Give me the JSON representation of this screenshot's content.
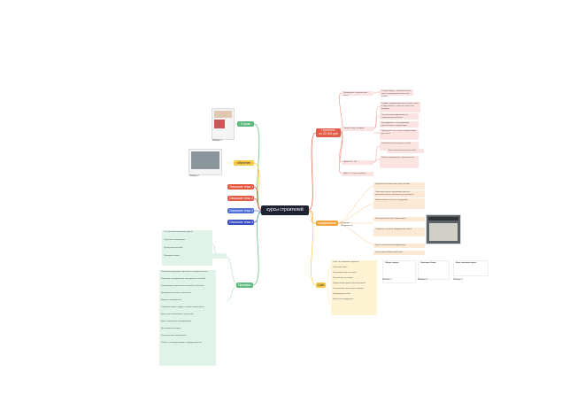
{
  "root": "курсы строителей",
  "colors": {
    "root": "#1f2230",
    "red": "#e25b47",
    "orange": "#f0a23b",
    "yellow": "#f6c945",
    "green": "#5cba7d",
    "blue": "#4d6fd6",
    "darkblue": "#3b4fc4",
    "tomato": "#e4573d"
  },
  "branches": {
    "teal_top": "Строки",
    "yellow_top": "обучение",
    "mid1": "Описание тема 1",
    "mid2": "Описание тема 2",
    "mid3": "Описание тема 3",
    "mid4": "Описание тема 4",
    "green_bottom": "Примеры",
    "red_right": "Перечень\nпо 20 000 руб",
    "orange_right": "продвижение",
    "yellow_right": "Сайт"
  },
  "red_children": {
    "group1": "Проведение строительных работ",
    "group2": "Техника пред. поводом",
    "group3": "Прием ПО, ПО",
    "group4": "Курсы 1 Станд. решения"
  },
  "red_cards": [
    "Cтавит задачу с наполнением на тексте какие должны быть для фирмы",
    "Создаёт информацию для полного сайта в ходе работы, статьи на сайте и на форумах",
    "Составление информация по строительным работам",
    "Руководитель в части дизайна, дорабатывает и редактирует",
    "Предлагает тексты для текущих задач для сайта",
    "Описание работ, процесса работ",
    "Рассылка писем по базе email",
    "Пишет сценарии для строительства"
  ],
  "orange_child": "Создание — Продвижение",
  "orange_cards": [
    "Предлагаем конкретные курсы и темы",
    "Описание курсов, программы курсов и дополнительные материалы для изучения",
    "Приглашение в чат для обсуждения",
    "Рассылка писем для подписчиков",
    "Создание статей по продвижению сайта",
    "Курсы повышения квалификации",
    "Список дальнейших действий"
  ],
  "yellow_cards": [
    "Сайт по ключевым запросам",
    "Описание сайта",
    "Что должно быть на сайте",
    "Наполнение статьями",
    "Подключение форм обратной связи",
    "Составление текстов для страниц",
    "Продвижение сайта",
    "Контакты и поддержка"
  ],
  "yellow_panels": [
    {
      "title": "Общие задачи",
      "caption": "Пример 1"
    },
    {
      "title": "Описание блока",
      "caption": "Пример 2"
    },
    {
      "title": "Блок описания курса",
      "caption": "Пример 3"
    }
  ],
  "green_small": [
    "Составление программы курсов",
    "Подготовка материалов",
    "Проведение занятий",
    "Проверка знаний"
  ],
  "green_cards": [
    "Разработка программ обучения по специальностям",
    "Подготовка методических материалов и пособий",
    "Организация практических занятий на объектах",
    "Проведение итоговых экзаменов",
    "Выдача сертификатов",
    "Обучение охране труда и технике безопасности",
    "Курсы для начинающих строителей",
    "Курсы повышения квалификации",
    "Дистанционные курсы",
    "Консультации специалистов",
    "Работа с работодателями и трудоустройство"
  ],
  "thumbs": {
    "top": "Пример 1",
    "left": "Пример 2"
  }
}
